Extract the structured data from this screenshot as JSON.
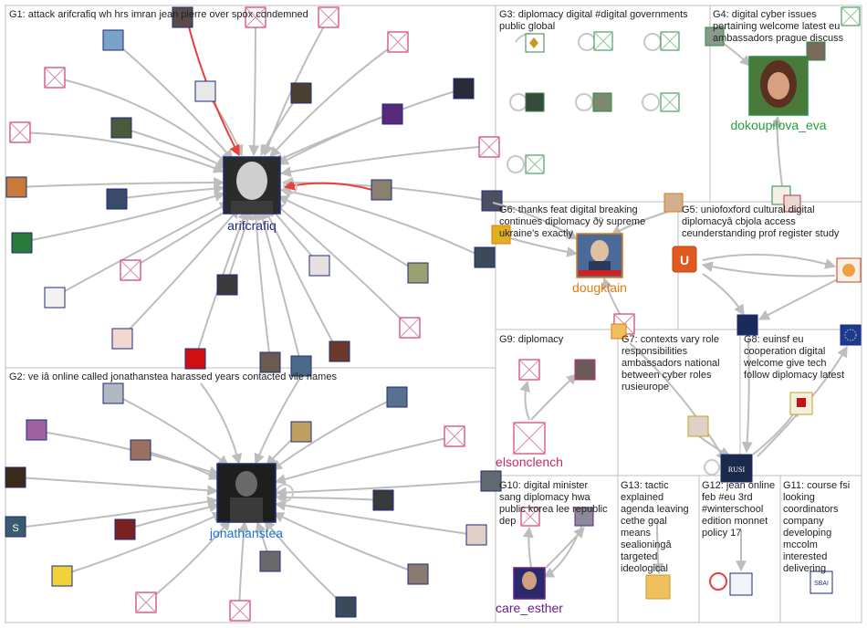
{
  "groups": [
    {
      "id": "G1",
      "label": "G1: attack arifcrafiq wh hrs imran jean pierre over spox condemned"
    },
    {
      "id": "G2",
      "label": "G2: ve iâ online called jonathanstea harassed years contacted vile names"
    },
    {
      "id": "G3",
      "label": [
        "G3: diplomacy digital #digital governments",
        "public global"
      ]
    },
    {
      "id": "G4",
      "label": [
        "G4: digital cyber issues",
        "pertaining welcome latest eu",
        "ambassadors prague discuss"
      ]
    },
    {
      "id": "G5",
      "label": [
        "G5: uniofoxford cultural digital",
        "diplomacyâ cbjola access",
        "ceunderstanding prof register study"
      ]
    },
    {
      "id": "G6",
      "label": [
        "G6: thanks feat digital breaking",
        "continues diplomacy ðÿ supreme",
        "ukraine's exactly"
      ]
    },
    {
      "id": "G7",
      "label": [
        "G7: contexts vary role",
        "responsibilities",
        "ambassadors national",
        "between cyber roles",
        "rusieurope"
      ]
    },
    {
      "id": "G8",
      "label": [
        "G8: euinsf eu",
        "cooperation digital",
        "welcome give tech",
        "follow diplomacy latest"
      ]
    },
    {
      "id": "G9",
      "label": [
        "G9: diplomacy"
      ]
    },
    {
      "id": "G10",
      "label": [
        "G10: digital minister",
        "sang diplomacy hwa",
        "public korea lee republic",
        "dep"
      ]
    },
    {
      "id": "G11",
      "label": [
        "G11: course fsi",
        "looking",
        "coordinators",
        "company",
        "developing",
        "mccolm",
        "interested",
        "delivering"
      ]
    },
    {
      "id": "G12",
      "label": [
        "G12: jean online",
        "feb #eu 3rd",
        "#winterschool",
        "edition monnet",
        "policy 17"
      ]
    },
    {
      "id": "G13",
      "label": [
        "G13: tactic",
        "explained",
        "agenda leaving",
        "cethe goal",
        "means",
        "sealioningâ",
        "targeted",
        "ideological"
      ]
    }
  ],
  "hubs": [
    {
      "name": "arifcrafiq",
      "color": "#1f2a7a"
    },
    {
      "name": "jonathanstea",
      "color": "#1a73c8"
    },
    {
      "name": "dokoupilova_eva",
      "color": "#23a03c"
    },
    {
      "name": "dougklain",
      "color": "#e07a10"
    },
    {
      "name": "elsonclench",
      "color": "#c42a6a"
    },
    {
      "name": "care_esther",
      "color": "#6a1f8a"
    }
  ],
  "colors": {
    "edge": "#bdbdbd",
    "edge_highlight": "#e8403a",
    "panel_border": "#bfbfbf",
    "node_border": "#1f2a7a"
  }
}
